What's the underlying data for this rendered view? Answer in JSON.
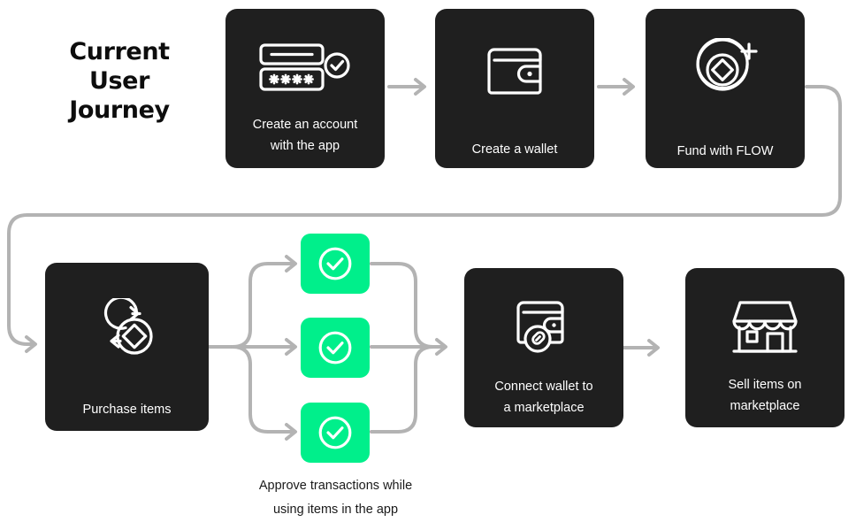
{
  "title": {
    "line1": "Current",
    "line2": "User",
    "line3": "Journey"
  },
  "colors": {
    "card_background": "#1f1f1f",
    "approval_green": "#00ef8b",
    "connector_gray": "#b3b3b3",
    "card_text": "#ffffff",
    "caption_text": "#1a1a1a",
    "page_background": "#ffffff"
  },
  "steps": [
    {
      "id": "create-account",
      "icon": "account-form-icon",
      "label_line1": "Create an account",
      "label_line2": "with the app"
    },
    {
      "id": "create-wallet",
      "icon": "wallet-icon",
      "label_line1": "Create a wallet",
      "label_line2": ""
    },
    {
      "id": "fund-with-flow",
      "icon": "flow-token-add-icon",
      "label_line1": "Fund with FLOW",
      "label_line2": ""
    },
    {
      "id": "purchase-items",
      "icon": "swap-exchange-icon",
      "label_line1": "Purchase items",
      "label_line2": ""
    },
    {
      "id": "connect-wallet",
      "icon": "wallet-link-icon",
      "label_line1": "Connect wallet to",
      "label_line2": "a marketplace"
    },
    {
      "id": "sell-items",
      "icon": "storefront-icon",
      "label_line1": "Sell items on",
      "label_line2": "marketplace"
    }
  ],
  "approvals": {
    "count": 3,
    "icon": "check-circle-icon",
    "caption_line1": "Approve transactions while",
    "caption_line2": "using items in the app"
  }
}
